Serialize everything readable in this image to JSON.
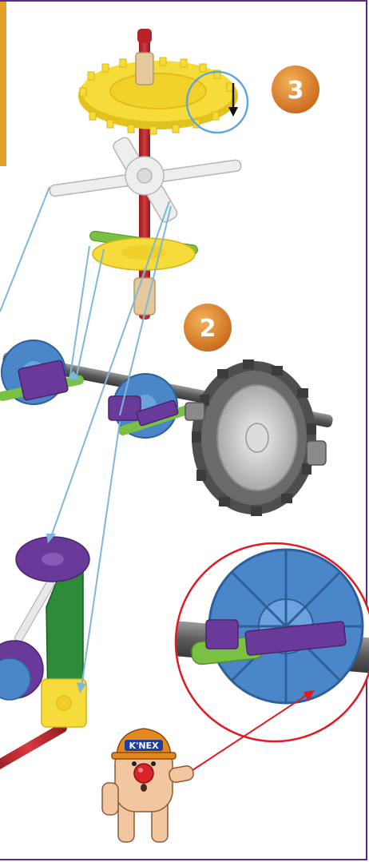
{
  "steps": [
    {
      "number": "3"
    },
    {
      "number": "2"
    }
  ],
  "logo": {
    "text": "K'NEX"
  },
  "colors": {
    "frame": "#5b2a86",
    "accent_tab": "#e3a12a",
    "badge": "#e0892a",
    "rod_red": "#c0262c",
    "gear_yellow": "#f6dc3a",
    "connector_blue": "#4a86c8",
    "connector_purple": "#6a3a9a",
    "rod_green": "#7ac043",
    "tire": "#555555",
    "leader_line": "#7fb7d8",
    "callout": "#e01b24"
  }
}
